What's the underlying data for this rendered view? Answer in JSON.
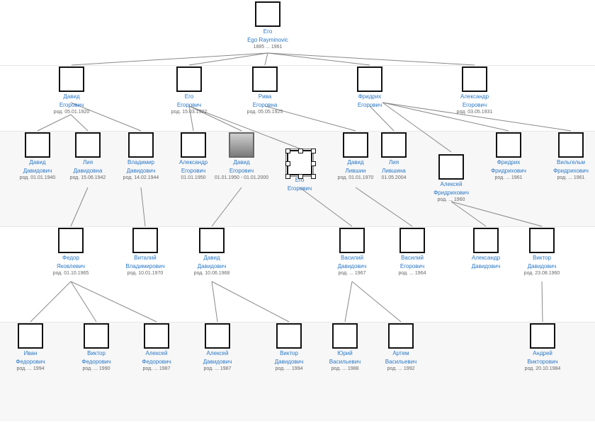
{
  "root": {
    "name": "Его",
    "line2": "Ego Rayminovic",
    "dates": "1885 ... 1961"
  },
  "gen1": [
    {
      "name": "Давид",
      "line2": "Егорович",
      "dates": "род. 05.01.1920"
    },
    {
      "name": "Его",
      "line2": "Егорович",
      "dates": "род. 15.03.1922"
    },
    {
      "name": "Рива",
      "line2": "Егоровна",
      "dates": "род. 05.05.1925"
    },
    {
      "name": "Фридрих",
      "line2": "Егорович",
      "dates": ""
    },
    {
      "name": "Александр",
      "line2": "Егорович",
      "dates": "род. 03.05.1931"
    }
  ],
  "gen2": [
    {
      "name": "Давид",
      "line2": "Давидович",
      "dates": "род. 01.01.1940"
    },
    {
      "name": "Лия",
      "line2": "Давидовна",
      "dates": "род. 15.06.1942"
    },
    {
      "name": "Владимир",
      "line2": "Давидович",
      "dates": "род. 14.02.1944"
    },
    {
      "name": "Александр",
      "line2": "Егорович",
      "dates": "01.01.1950"
    },
    {
      "name": "Давид",
      "line2": "Егорович",
      "dates": "01.01.1950 - 01.01.2000"
    },
    {
      "name": "Его",
      "line2": "Егорович",
      "dates": ""
    },
    {
      "name": "Давид",
      "line2": "Лившин",
      "dates": "род. 01.01.1970"
    },
    {
      "name": "Лия",
      "line2": "Лившина",
      "dates": "01.05.2004"
    },
    {
      "name": "Алексей",
      "line2": "Фридрихович",
      "dates": "род. ... 1960"
    },
    {
      "name": "Фридрих",
      "line2": "Фридрихович",
      "dates": "род. ... 1961"
    },
    {
      "name": "Вильгельм",
      "line2": "Фридрихович",
      "dates": "род. ... 1961"
    }
  ],
  "gen3": [
    {
      "name": "Федор",
      "line2": "Яковлевич",
      "dates": "род. 01.10.1965"
    },
    {
      "name": "Виталий",
      "line2": "Владимирович",
      "dates": "род. 10.01.1970"
    },
    {
      "name": "Давид",
      "line2": "Давидович",
      "dates": "род. 10.06.1968"
    },
    {
      "name": "Василий",
      "line2": "Давидович",
      "dates": "род. ... 1967"
    },
    {
      "name": "Василий",
      "line2": "Егорович",
      "dates": "род. ... 1964"
    },
    {
      "name": "Александр",
      "line2": "Давидович",
      "dates": ""
    },
    {
      "name": "Виктор",
      "line2": "Давидович",
      "dates": "род. 23.08.1960"
    }
  ],
  "gen4": [
    {
      "name": "Иван",
      "line2": "Федорович",
      "dates": "род. ... 1994"
    },
    {
      "name": "Виктор",
      "line2": "Федорович",
      "dates": "род. ... 1990"
    },
    {
      "name": "Алексей",
      "line2": "Федорович",
      "dates": "род. ... 1987"
    },
    {
      "name": "Алексей",
      "line2": "Давидович",
      "dates": "род. ... 1987"
    },
    {
      "name": "Виктор",
      "line2": "Давидович",
      "dates": "род. ... 1994"
    },
    {
      "name": "Юрий",
      "line2": "Васильевич",
      "dates": "род. ... 1988"
    },
    {
      "name": "Артем",
      "line2": "Васильевич",
      "dates": "род. ... 1992"
    },
    {
      "name": "Андрей",
      "line2": "Викторович",
      "dates": "род. 20.10.1984"
    }
  ]
}
